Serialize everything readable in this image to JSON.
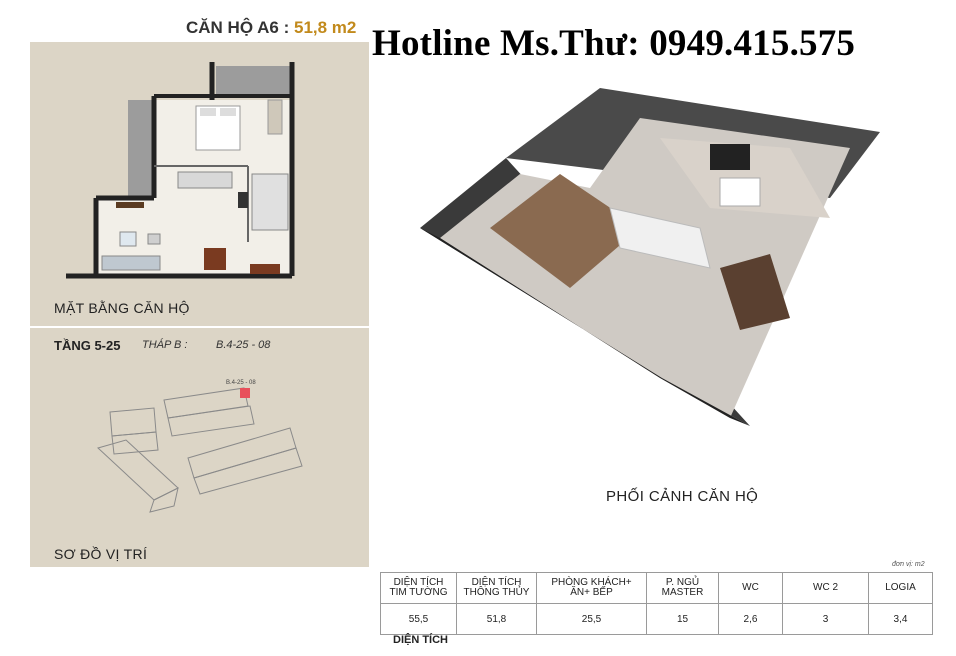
{
  "header": {
    "unit_label": "CĂN HỘ A6 :",
    "unit_area": "51,8 m2",
    "hotline": "Hotline Ms.Thư: 0949.415.575"
  },
  "plan_panel": {
    "caption": "MẶT BẰNG CĂN HỘ"
  },
  "site_panel": {
    "floor": "TẦNG 5-25",
    "tower": "THÁP B :",
    "unit_code": "B.4-25 - 08",
    "marker_label": "B.4-25 - 08",
    "caption": "SƠ ĐỒ VỊ TRÍ"
  },
  "render": {
    "caption": "PHỐI CẢNH CĂN HỘ"
  },
  "area_table": {
    "unit_note": "đơn vị: m2",
    "headers": [
      [
        "DIỆN TÍCH",
        "TIM TƯỜNG"
      ],
      [
        "DIỆN TÍCH",
        "THÔNG THỦY"
      ],
      [
        "PHÒNG KHÁCH+",
        "ĂN+ BẾP"
      ],
      [
        "P. NGỦ",
        "MASTER"
      ],
      [
        "WC",
        ""
      ],
      [
        "WC 2",
        ""
      ],
      [
        "LOGIA",
        ""
      ]
    ],
    "values": [
      "55,5",
      "51,8",
      "25,5",
      "15",
      "2,6",
      "3",
      "3,4"
    ],
    "footer": "DIỆN TÍCH"
  },
  "colors": {
    "panel_bg": "#dcd5c6",
    "accent_area": "#c28a1c",
    "unit_marker": "#e8505b"
  }
}
